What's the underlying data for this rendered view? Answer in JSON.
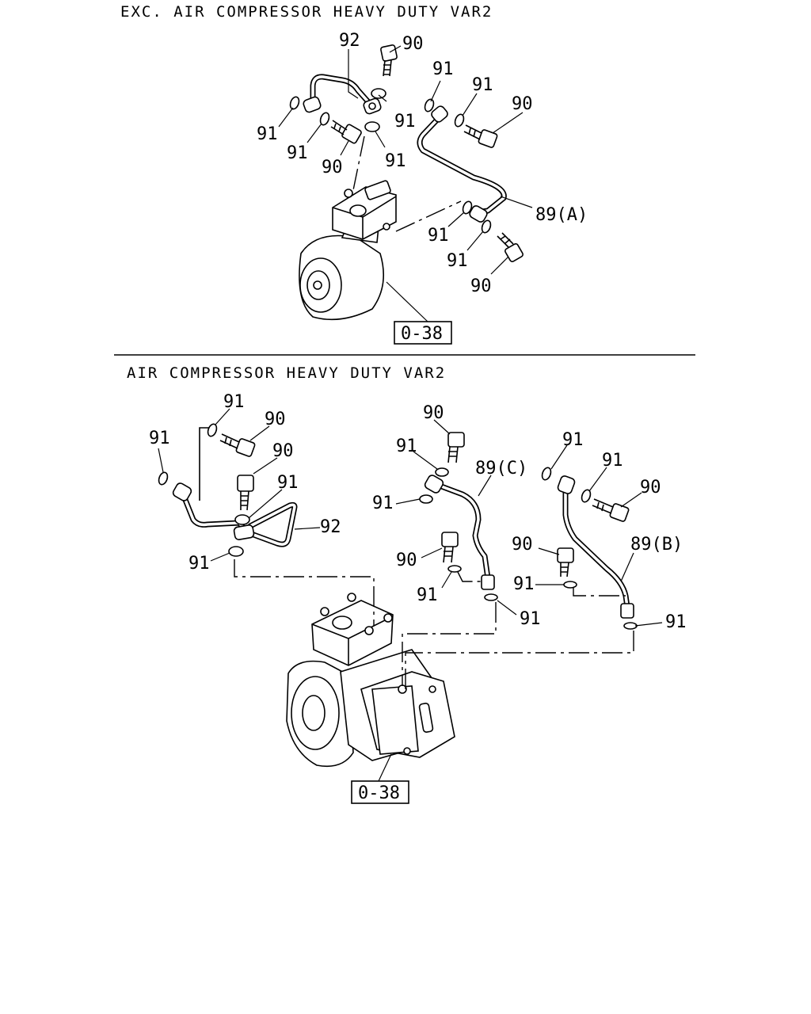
{
  "diagram": {
    "top_section": {
      "title": "EXC. AIR COMPRESSOR HEAVY DUTY VAR2",
      "callouts": {
        "c92": "92",
        "c90_a": "90",
        "c91_a": "91",
        "c91_b": "91",
        "c90_b": "90",
        "c91_c": "91",
        "c91_d": "91",
        "c91_e": "91",
        "c90_c": "90",
        "c91_f": "91",
        "c89a": "89(A)",
        "c91_g": "91",
        "c91_h": "91",
        "c90_d": "90"
      },
      "reference": "0-38"
    },
    "bottom_section": {
      "title": "AIR COMPRESSOR HEAVY DUTY VAR2",
      "callouts": {
        "c91_a": "91",
        "c90_a": "90",
        "c91_b": "91",
        "c90_b": "90",
        "c91_c": "91",
        "c92": "92",
        "c91_d": "91",
        "c90_c": "90",
        "c91_e": "91",
        "c89c": "89(C)",
        "c91_f": "91",
        "c90_d": "90",
        "c91_g": "91",
        "c91_h": "91",
        "c91_i": "91",
        "c91_j": "91",
        "c90_e": "90",
        "c89b": "89(B)",
        "c90_f": "90",
        "c91_k": "91",
        "c91_l": "91"
      },
      "reference": "0-38"
    }
  }
}
